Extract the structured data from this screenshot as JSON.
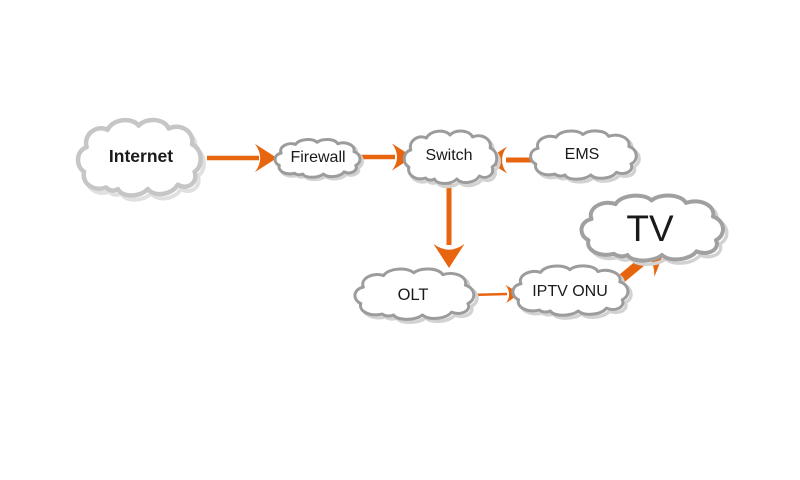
{
  "diagram": {
    "type": "network-topology",
    "background": "#FFFFFF",
    "nodes": [
      {
        "id": "internet",
        "label": "Internet",
        "shape": "cloud"
      },
      {
        "id": "firewall",
        "label": "Firewall",
        "shape": "cloud"
      },
      {
        "id": "switch",
        "label": "Switch",
        "shape": "cloud"
      },
      {
        "id": "ems",
        "label": "EMS",
        "shape": "cloud"
      },
      {
        "id": "olt",
        "label": "OLT",
        "shape": "cloud"
      },
      {
        "id": "iptv_onu",
        "label": "IPTV ONU",
        "shape": "cloud"
      },
      {
        "id": "tv",
        "label": "TV",
        "shape": "cloud"
      }
    ],
    "edges": [
      {
        "from": "Internet",
        "to": "Firewall",
        "style": "arrow"
      },
      {
        "from": "Firewall",
        "to": "Switch",
        "style": "arrow"
      },
      {
        "from": "EMS",
        "to": "Switch",
        "style": "arrow"
      },
      {
        "from": "Switch",
        "to": "OLT",
        "style": "arrow"
      },
      {
        "from": "OLT",
        "to": "IPTV ONU",
        "style": "thin-arrow"
      },
      {
        "from": "IPTV ONU",
        "to": "TV",
        "style": "thick-arrow"
      }
    ],
    "colors": {
      "arrow": "#E8650F",
      "cloud_outline": "#9C9C9C",
      "internet_cloud_outline": "#C6C6C6",
      "cloud_fill": "#FFFFFF",
      "text": "#1A1A1A"
    }
  }
}
